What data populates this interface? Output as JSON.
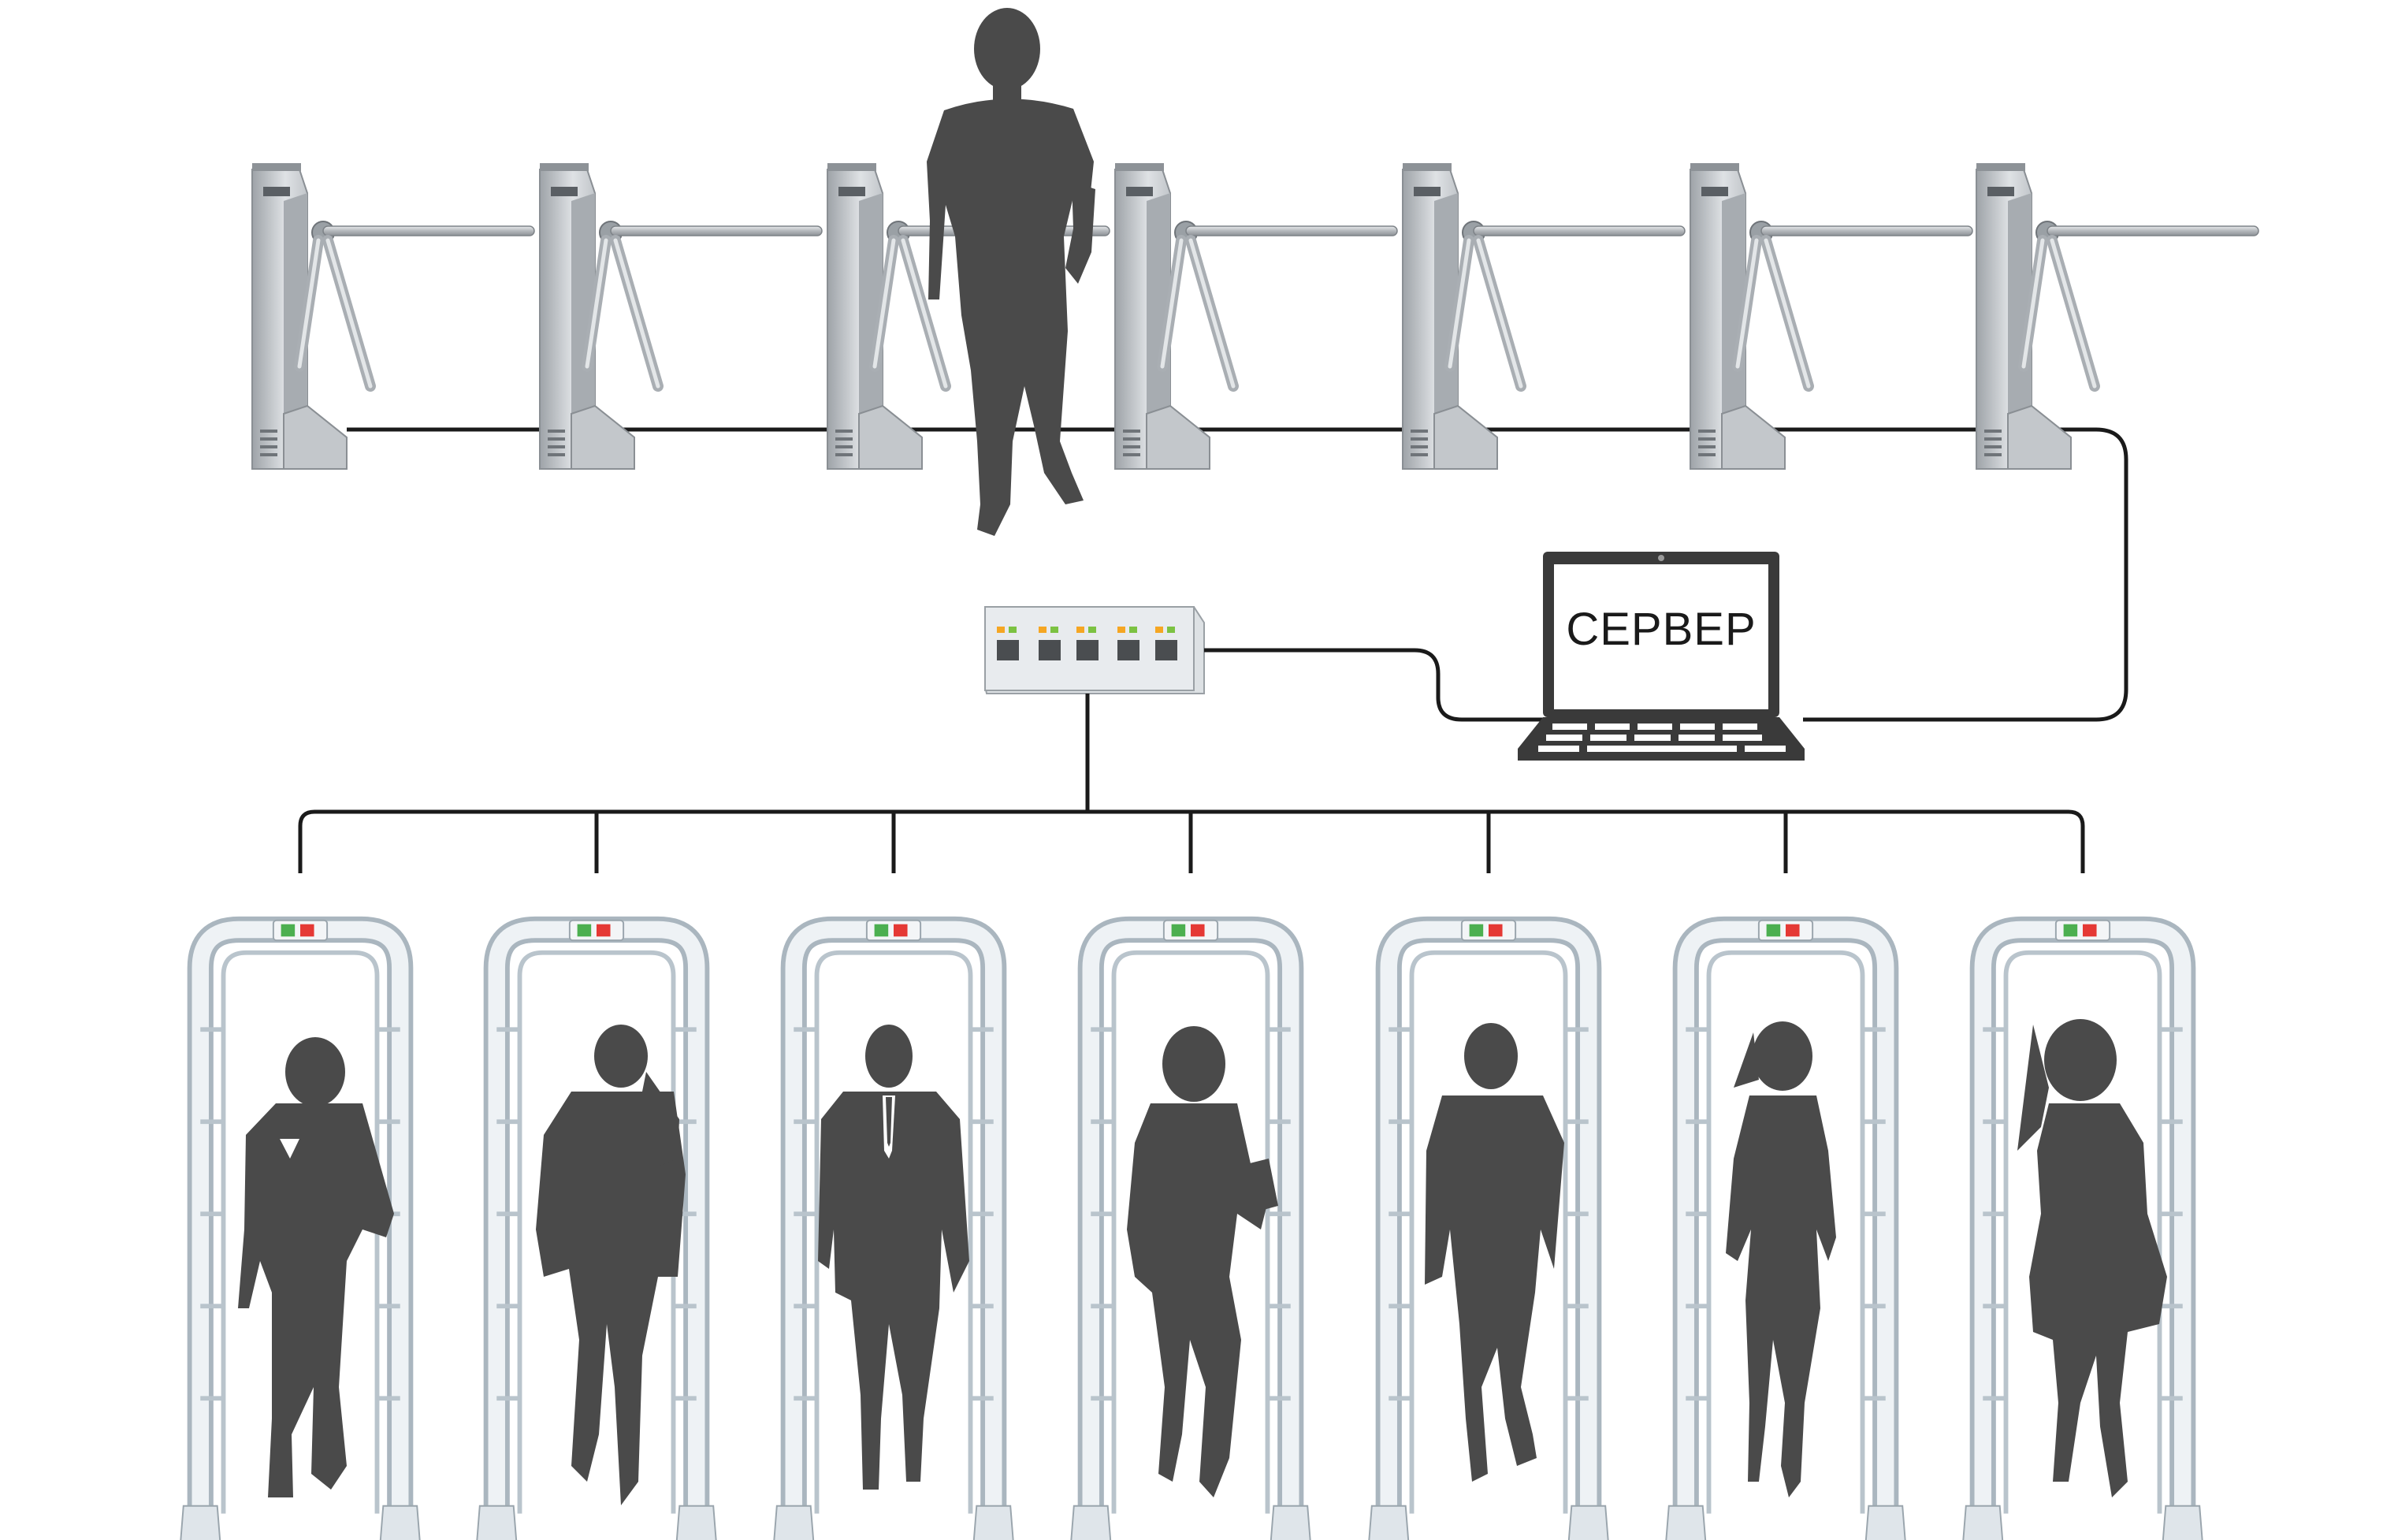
{
  "server": {
    "label": "СЕРВЕР"
  },
  "turnstiles": [
    {
      "id": 1
    },
    {
      "id": 2
    },
    {
      "id": 3
    },
    {
      "id": 4
    },
    {
      "id": 5
    },
    {
      "id": 6
    },
    {
      "id": 7
    }
  ],
  "metal_detectors": [
    {
      "id": 1,
      "person": "woman-with-bag"
    },
    {
      "id": 2,
      "person": "man-on-phone"
    },
    {
      "id": 3,
      "person": "man-in-suit"
    },
    {
      "id": 4,
      "person": "woman-with-tablet"
    },
    {
      "id": 5,
      "person": "man-walking"
    },
    {
      "id": 6,
      "person": "woman-walking"
    },
    {
      "id": 7,
      "person": "woman-in-dress"
    }
  ],
  "colors": {
    "silhouette": "#4a4a4a",
    "cable": "#1a1a1a",
    "steel": "#b8bcc0",
    "frame": "#c9d3da",
    "led_green": "#4caf50",
    "led_red": "#e53935",
    "switch_led_orange": "#f5a623",
    "switch_led_green": "#7cc242"
  }
}
